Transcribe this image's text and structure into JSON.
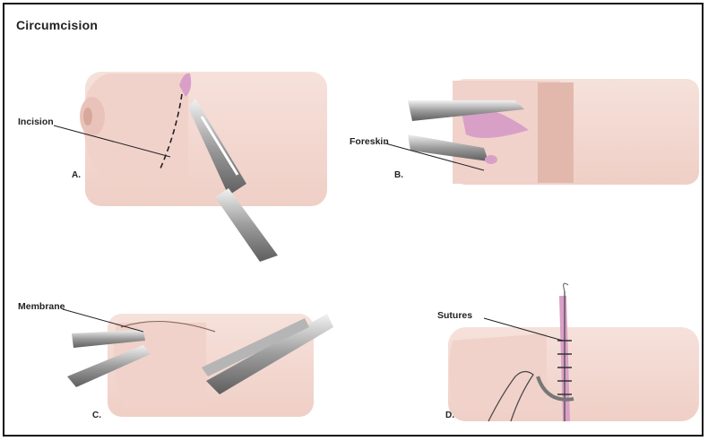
{
  "title": "Circumcision",
  "panels": [
    {
      "letter": "A.",
      "callout": "Incision"
    },
    {
      "letter": "B.",
      "callout": "Foreskin"
    },
    {
      "letter": "C.",
      "callout": "Membrane"
    },
    {
      "letter": "D.",
      "callout": "Sutures"
    }
  ],
  "colors": {
    "skin": "#f2d6cf",
    "skin_shadow": "#e6bfb6",
    "inner_pink": "#d9a0c7",
    "steel_light": "#d9d9d9",
    "steel_dark": "#6f6f6f",
    "line": "#222222"
  }
}
